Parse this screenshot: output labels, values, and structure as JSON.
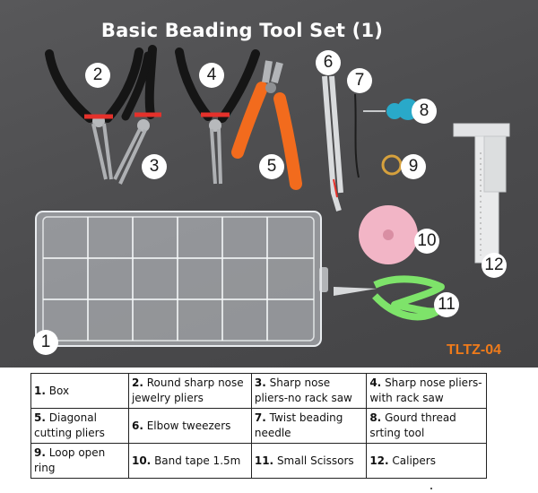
{
  "title": "Basic Beading Tool Set (1)",
  "product_code": "TLTZ-04",
  "colors": {
    "background": "#4b4b4d",
    "code": "#f07b1a",
    "pliers_orange": "#f26b1d",
    "needle_teal": "#29a9c9",
    "tape_pink": "#f2b5c6",
    "scissors_green": "#7ee36a"
  },
  "markers": [
    "1",
    "2",
    "3",
    "4",
    "5",
    "6",
    "7",
    "8",
    "9",
    "10",
    "11",
    "12"
  ],
  "legend": [
    {
      "num": "1.",
      "text": "Box"
    },
    {
      "num": "2.",
      "text": "Round sharp nose jewelry pliers"
    },
    {
      "num": "3.",
      "text": "Sharp nose pliers-no rack saw"
    },
    {
      "num": "4.",
      "text": "Sharp nose pliers-with rack saw"
    },
    {
      "num": "5.",
      "text": "Diagonal cutting pliers"
    },
    {
      "num": "6.",
      "text": "Elbow tweezers"
    },
    {
      "num": "7.",
      "text": "Twist beading needle"
    },
    {
      "num": "8.",
      "text": "Gourd thread srting tool"
    },
    {
      "num": "9.",
      "text": "Loop open ring"
    },
    {
      "num": "10.",
      "text": "Band tape 1.5m"
    },
    {
      "num": "11.",
      "text": "Small Scissors"
    },
    {
      "num": "12.",
      "text": "Calipers"
    }
  ]
}
